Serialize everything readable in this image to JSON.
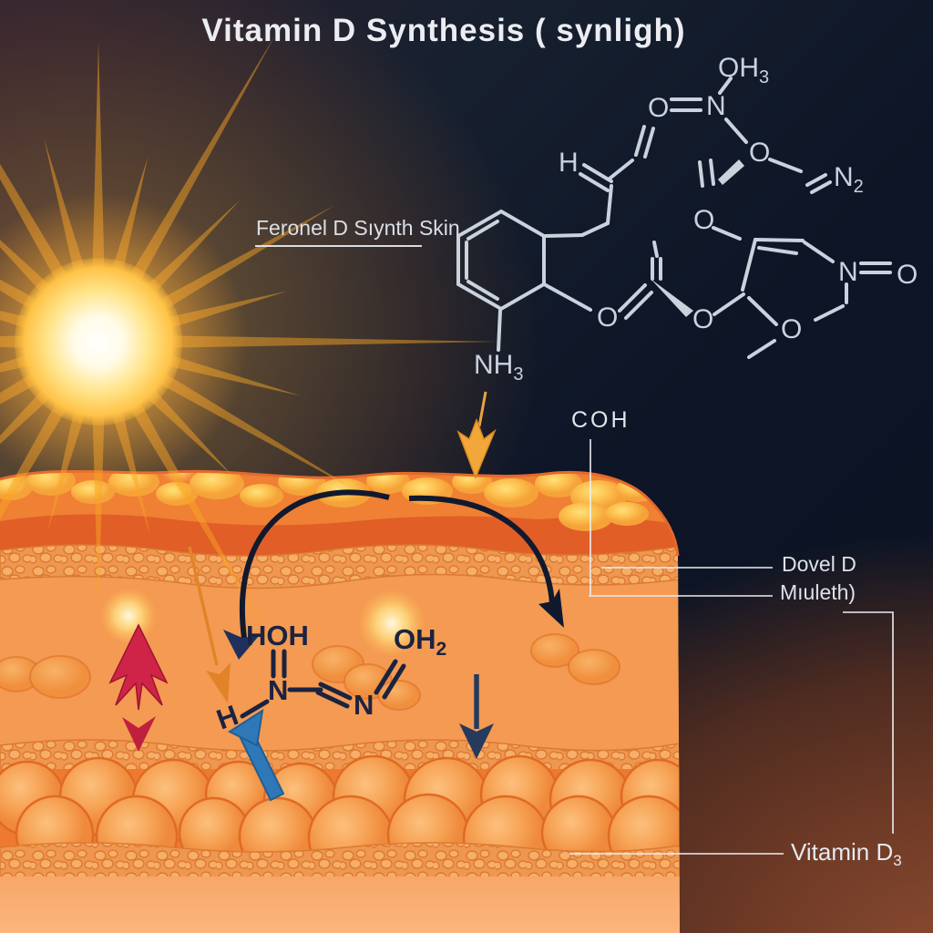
{
  "title": "Vitamin D Synthesis ( synligh)",
  "labels": {
    "molecule_caption": "Feronel D Sıynth Skin",
    "coh": "COH",
    "line1": "Dovel D",
    "line2": "Mıuleth)",
    "vitamin": "Vitamin D",
    "vitamin_sub": "3"
  },
  "top_molecule": {
    "oh3": {
      "main": "OH",
      "sub": "3"
    },
    "o_left": "O",
    "n_top": "N",
    "o_top2": "O",
    "n2": {
      "main": "N",
      "sub": "2"
    },
    "h": "H",
    "o_center": "O",
    "n_right": "N",
    "o_right": "O",
    "o_ring_bottom": "O",
    "o_ester_left": "O",
    "o_ester_right": "O",
    "nh3": {
      "main": "NH",
      "sub": "3"
    }
  },
  "skin_molecule": {
    "hoh": "HOH",
    "n1": "N",
    "n2": "N",
    "oh2": {
      "main": "OH",
      "sub": "2"
    },
    "h": "H"
  },
  "colors": {
    "background_navy": "#0d1526",
    "background_rust": "#7c432c",
    "sun_core": "#ffffff",
    "sun_ray": "#f9a626",
    "skin_epidermis": "#ef8034",
    "skin_dermis": "#f49a52",
    "skin_fat_cell": "#f39a4a",
    "molecule_light": "#c9d2dd",
    "molecule_dark": "#1b2340",
    "accent_red": "#b2212d",
    "accent_blue": "#2946a6",
    "arrow_black": "#11192e",
    "arrow_navy_head": "#20305c",
    "arrow_gold": "#f3a73a",
    "arrow_orange": "#e2832a",
    "arrow_steel_blue": "#2e78b8",
    "arrow_slate": "#263a5c",
    "arrow_red": "#cf2448",
    "label_text": "#dde2ea"
  }
}
